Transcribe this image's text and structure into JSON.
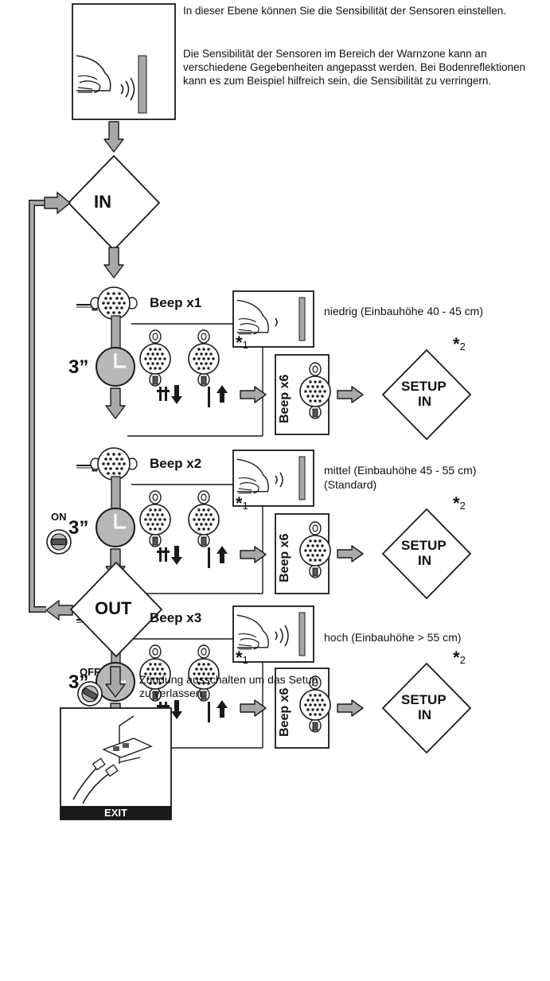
{
  "intro": {
    "line1": "In dieser Ebene können Sie die Sensibilität der Sensoren einstellen.",
    "line2": "Die Sensibilität der Sensoren im Bereich der Warnzone kann an verschiedene Gegebenheiten angepasst werden. Bei Bodenreflektionen kann es zum Beispiel hilfreich sein, die Sensibilität zu verringern."
  },
  "nodes": {
    "in": "IN",
    "out": "OUT"
  },
  "levels": [
    {
      "beep": "Beep x1",
      "timer": "3”",
      "label": "niedrig (Einbauhöhe 40 - 45 cm)",
      "label2": "",
      "confirm_beep": "Beep x6",
      "footnote": "*",
      "footnote_num": "1",
      "setup_top": "SETUP",
      "setup_bottom": "IN",
      "setup_note": "*",
      "setup_note_num": "2",
      "level": 1
    },
    {
      "beep": "Beep x2",
      "timer": "3”",
      "label": "mittel (Einbauhöhe 45 - 55 cm)",
      "label2": "(Standard)",
      "confirm_beep": "Beep x6",
      "footnote": "*",
      "footnote_num": "1",
      "setup_top": "SETUP",
      "setup_bottom": "IN",
      "setup_note": "*",
      "setup_note_num": "2",
      "level": 2
    },
    {
      "beep": "Beep x3",
      "timer": "3”",
      "label": "hoch (Einbauhöhe > 55 cm)",
      "label2": "",
      "confirm_beep": "Beep x6",
      "footnote": "*",
      "footnote_num": "1",
      "setup_top": "SETUP",
      "setup_bottom": "IN",
      "setup_note": "*",
      "setup_note_num": "2",
      "level": 3
    }
  ],
  "ignition": {
    "on": "ON",
    "off": "OFF",
    "instruction": "Zündung ausschalten um das Setup zu verlassen."
  },
  "exit_label": "EXIT",
  "colors": {
    "arrow_fill": "#a8a8a8",
    "clock_fill": "#b8b8b8",
    "line": "#1a1a1a",
    "exit_bar": "#1a1a1a"
  }
}
